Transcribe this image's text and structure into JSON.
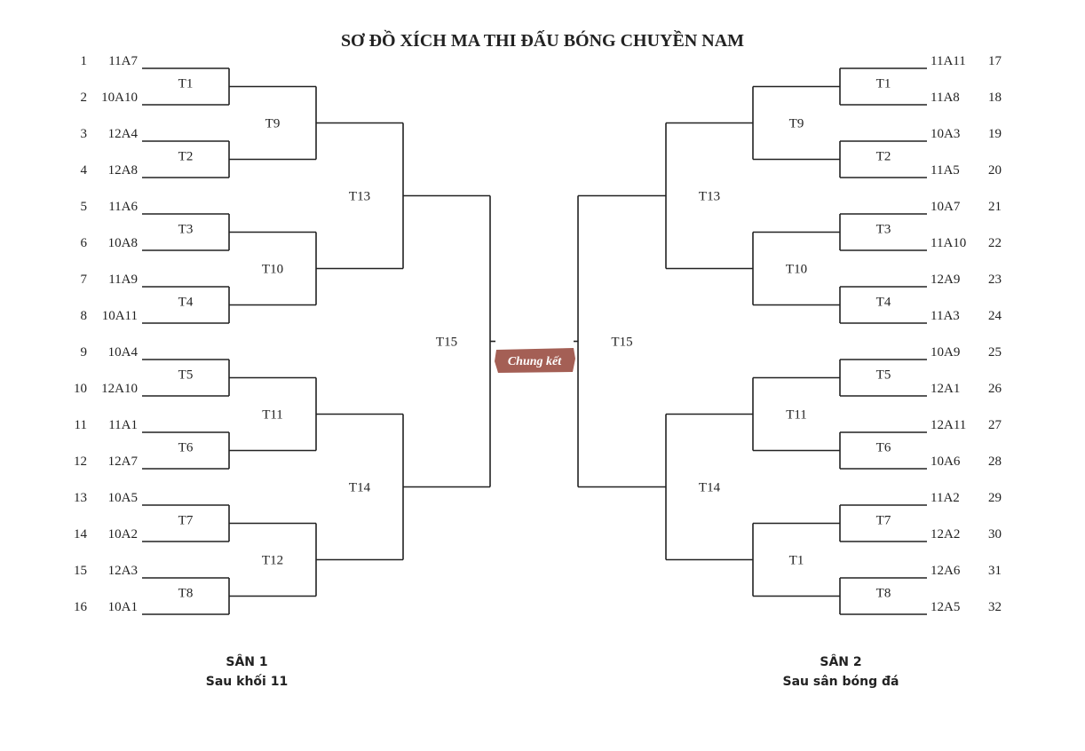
{
  "title": "SƠ ĐỒ XÍCH MA THI ĐẤU BÓNG CHUYỀN NAM",
  "final_label": "Chung kết",
  "colors": {
    "badge": "#a45f55",
    "line": "#222222"
  },
  "left": {
    "venue": "SÂN 1",
    "venue_sub": "Sau khối 11",
    "teams": [
      {
        "no": "1",
        "name": "11A7"
      },
      {
        "no": "2",
        "name": "10A10"
      },
      {
        "no": "3",
        "name": "12A4"
      },
      {
        "no": "4",
        "name": "12A8"
      },
      {
        "no": "5",
        "name": "11A6"
      },
      {
        "no": "6",
        "name": "10A8"
      },
      {
        "no": "7",
        "name": "11A9"
      },
      {
        "no": "8",
        "name": "10A11"
      },
      {
        "no": "9",
        "name": "10A4"
      },
      {
        "no": "10",
        "name": "12A10"
      },
      {
        "no": "11",
        "name": "11A1"
      },
      {
        "no": "12",
        "name": "12A7"
      },
      {
        "no": "13",
        "name": "10A5"
      },
      {
        "no": "14",
        "name": "10A2"
      },
      {
        "no": "15",
        "name": "12A3"
      },
      {
        "no": "16",
        "name": "10A1"
      }
    ],
    "round1": [
      "T1",
      "T2",
      "T3",
      "T4",
      "T5",
      "T6",
      "T7",
      "T8"
    ],
    "round2": [
      "T9",
      "T10",
      "T11",
      "T12"
    ],
    "round3": [
      "T13",
      "T14"
    ],
    "round4": [
      "T15"
    ]
  },
  "right": {
    "venue": "SÂN 2",
    "venue_sub": "Sau sân bóng đá",
    "teams": [
      {
        "no": "17",
        "name": "11A11"
      },
      {
        "no": "18",
        "name": "11A8"
      },
      {
        "no": "19",
        "name": "10A3"
      },
      {
        "no": "20",
        "name": "11A5"
      },
      {
        "no": "21",
        "name": "10A7"
      },
      {
        "no": "22",
        "name": "11A10"
      },
      {
        "no": "23",
        "name": "12A9"
      },
      {
        "no": "24",
        "name": "11A3"
      },
      {
        "no": "25",
        "name": "10A9"
      },
      {
        "no": "26",
        "name": "12A1"
      },
      {
        "no": "27",
        "name": "12A11"
      },
      {
        "no": "28",
        "name": "10A6"
      },
      {
        "no": "29",
        "name": "11A2"
      },
      {
        "no": "30",
        "name": "12A2"
      },
      {
        "no": "31",
        "name": "12A6"
      },
      {
        "no": "32",
        "name": "12A5"
      }
    ],
    "round1": [
      "T1",
      "T2",
      "T3",
      "T4",
      "T5",
      "T6",
      "T7",
      "T8"
    ],
    "round2": [
      "T9",
      "T10",
      "T11",
      "T1"
    ],
    "round3": [
      "T13",
      "T14"
    ],
    "round4": [
      "T15"
    ]
  }
}
